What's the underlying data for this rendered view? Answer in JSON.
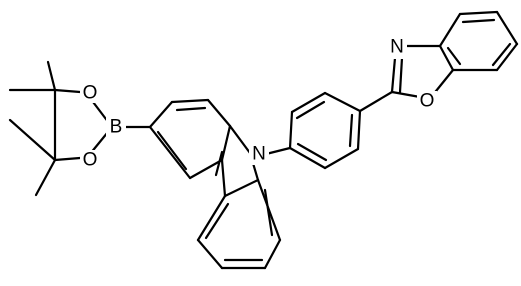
{
  "molecule": {
    "atom_labels": {
      "boron": "B",
      "dioxaborolane_oxygen_top": "O",
      "dioxaborolane_oxygen_bottom": "O",
      "carbazole_nitrogen": "N",
      "benzoxazole_nitrogen": "N",
      "benzoxazole_oxygen": "O"
    },
    "colors": {
      "bond": "#000000",
      "label": "#000000",
      "background": "#ffffff"
    }
  }
}
